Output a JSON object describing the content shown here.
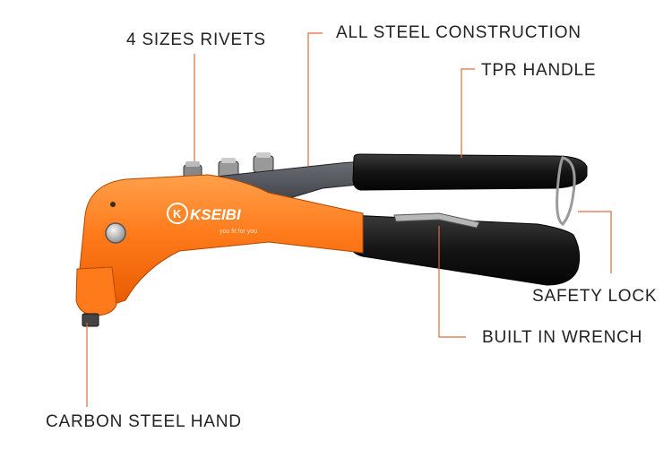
{
  "product": {
    "brand_logo": "KSEIBI",
    "brand_tagline": "you fit for you"
  },
  "callouts": {
    "sizes_rivets": "4 SIZES RIVETS",
    "steel_construction": "ALL STEEL CONSTRUCTION",
    "tpr_handle": "TPR HANDLE",
    "safety_lock": "SAFETY LOCK",
    "built_in_wrench": "BUILT IN WRENCH",
    "carbon_steel_head": "CARBON STEEL HAND"
  },
  "colors": {
    "body_orange": "#ff7a1a",
    "handle_black": "#1a1a1a",
    "arm_gray": "#4a4d52",
    "leader_line": "#e06a3a"
  }
}
